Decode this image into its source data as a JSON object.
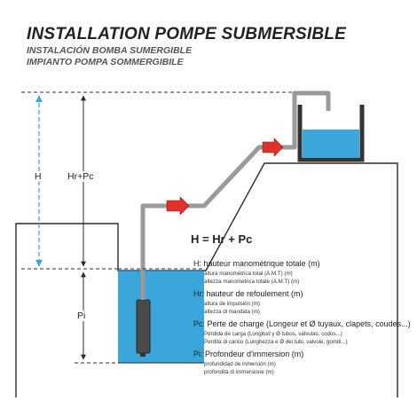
{
  "titles": {
    "fr": "INSTALLATION POMPE SUBMERSIBLE",
    "es": "INSTALACIÓN BOMBA SUMERGIBLE",
    "it": "IMPIANTO POMPA SOMMERGIBILE"
  },
  "labels": {
    "h": "H",
    "hr_pc": "Hr+Pc",
    "pi": "Pi"
  },
  "equation": "H = Hr + Pc",
  "legend": [
    {
      "heading": "H: hauteur manométrique totale (m)",
      "lines": [
        "altura manométrica total (A.M.T) (m)",
        "altezza manometrica totale (A.M.T) (m)"
      ]
    },
    {
      "heading": "Hr: hauteur de refoulement (m)",
      "lines": [
        "altura de impulsión (m)",
        "altezza di mandata (m)"
      ]
    },
    {
      "heading": "Pc: Perte de charge (Longeur et Ø tuyaux, clapets, coudes...)",
      "lines": [
        "Pérdida de carga (Longitud y Ø tubos, válvulas, codos...)",
        "Perdita di carico (Lunghezza e Ø dei tubi, valvole, gomiti...)"
      ]
    },
    {
      "heading": "Pi: Profondeur d'immersion (m)",
      "lines": [
        "profundidad de inmersión (m)",
        "profondità di immersione (m)"
      ]
    }
  ],
  "colors": {
    "water": "#3aa6da",
    "pipe": "#9a9a9a",
    "arrow_red": "#e0312b",
    "dimension_blue": "#3aa6da",
    "line": "#2b2b2b"
  }
}
